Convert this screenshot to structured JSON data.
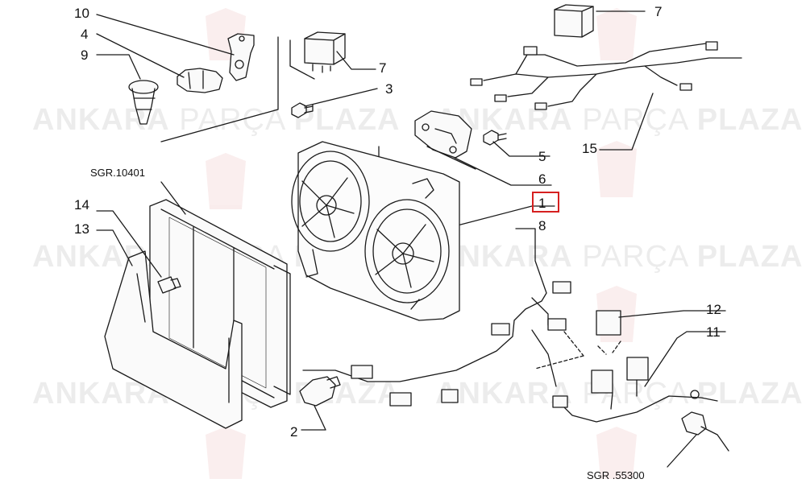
{
  "watermark": {
    "brand1": "ANKARA",
    "brand2": "PARÇA",
    "brand3": "PLAZA"
  },
  "callouts": {
    "c10": "10",
    "c4": "4",
    "c9": "9",
    "c7a": "7",
    "c7b": "7",
    "c3": "3",
    "c5": "5",
    "c6": "6",
    "c1": "1",
    "c8": "8",
    "c15": "15",
    "c14": "14",
    "c13": "13",
    "c12": "12",
    "c11": "11",
    "c2": "2"
  },
  "references": {
    "sgr1": "SGR.10401",
    "sgr2": "SGR .55300"
  },
  "highlighted_callout": "1",
  "colors": {
    "line": "#1a1a1a",
    "highlight": "#d62020",
    "watermark": "#000000"
  }
}
